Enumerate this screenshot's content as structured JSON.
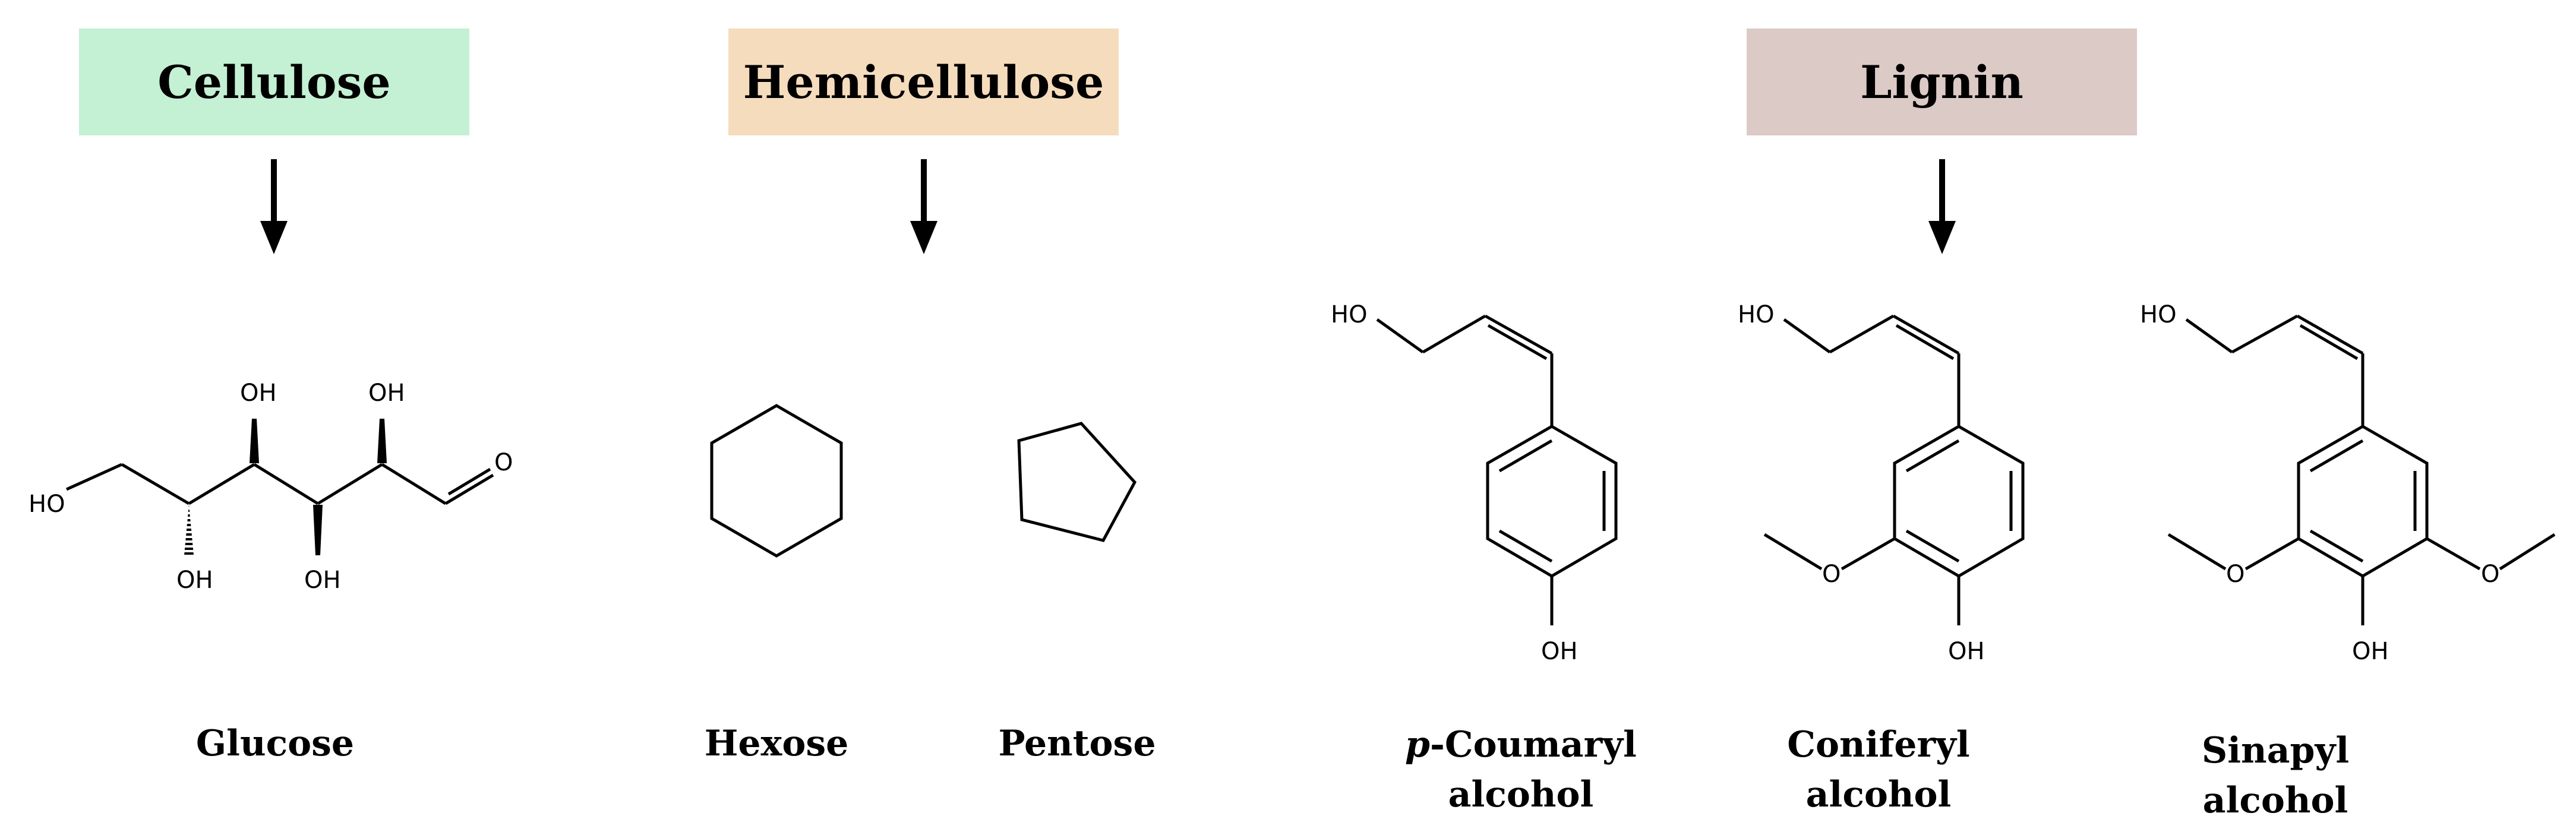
{
  "categories": [
    {
      "title": "Cellulose",
      "color": "#c4f0d4"
    },
    {
      "title": "Hemicellulose",
      "color": "#f5dcbd"
    },
    {
      "title": "Lignin",
      "color": "#dccac6"
    }
  ],
  "molecules": {
    "glucose": {
      "name": "Glucose",
      "oh": "OH",
      "ho": "HO",
      "o": "O"
    },
    "hexose": {
      "name": "Hexose"
    },
    "pentose": {
      "name": "Pentose"
    },
    "coumaryl": {
      "prefix": "p",
      "name_line1": "-Coumaryl",
      "name_line2": "alcohol",
      "ho": "HO",
      "oh": "OH"
    },
    "coniferyl": {
      "name_line1": "Coniferyl",
      "name_line2": "alcohol",
      "ho": "HO",
      "oh": "OH"
    },
    "sinapyl": {
      "name_line1": "Sinapyl",
      "name_line2": "alcohol",
      "ho": "HO",
      "oh": "OH"
    }
  }
}
